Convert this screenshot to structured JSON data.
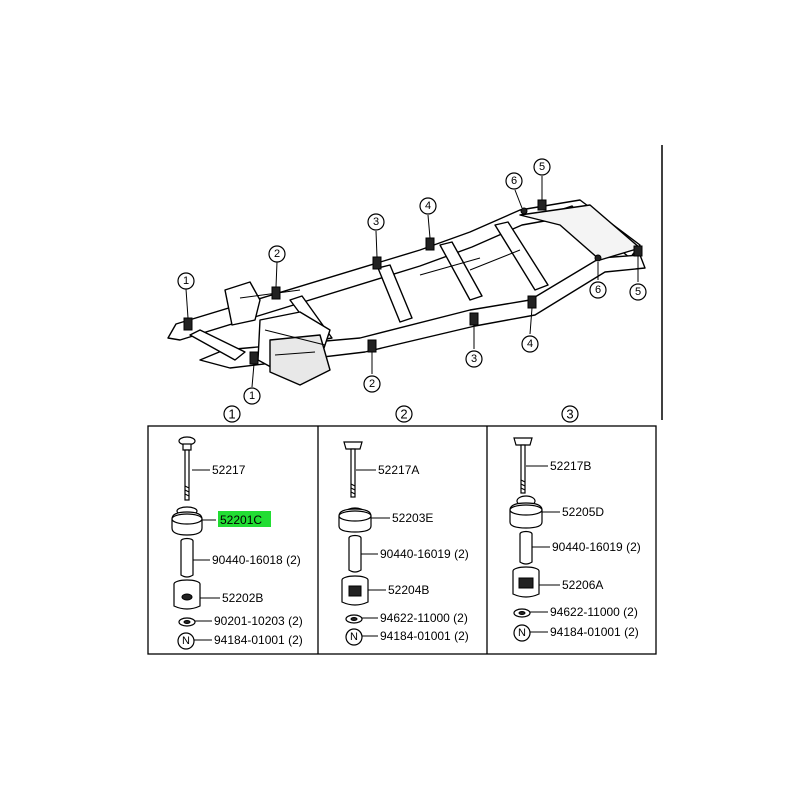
{
  "colors": {
    "line": "#000000",
    "highlight": "#22dd33",
    "background": "#ffffff"
  },
  "frame_callouts": {
    "c1a": "1",
    "c1b": "1",
    "c2a": "2",
    "c2b": "2",
    "c3a": "3",
    "c3b": "3",
    "c4a": "4",
    "c4b": "4",
    "c5a": "5",
    "c5b": "5",
    "c6a": "6",
    "c6b": "6"
  },
  "panels": [
    {
      "number": "1",
      "parts": {
        "bolt": "52217",
        "upper_cushion": "52201C",
        "collar": "90440-16018 (2)",
        "lower_cushion": "52202B",
        "washer": "90201-10203 (2)",
        "nut": "94184-01001 (2)",
        "nut_symbol": "N"
      }
    },
    {
      "number": "2",
      "parts": {
        "bolt": "52217A",
        "upper_cushion": "52203E",
        "collar": "90440-16019 (2)",
        "lower_cushion": "52204B",
        "washer": "94622-11000 (2)",
        "nut": "94184-01001 (2)",
        "nut_symbol": "N"
      }
    },
    {
      "number": "3",
      "parts": {
        "bolt": "52217B",
        "upper_cushion": "52205D",
        "collar": "90440-16019 (2)",
        "lower_cushion": "52206A",
        "washer": "94622-11000 (2)",
        "nut": "94184-01001 (2)",
        "nut_symbol": "N"
      }
    }
  ],
  "highlighted_part": "52201C"
}
